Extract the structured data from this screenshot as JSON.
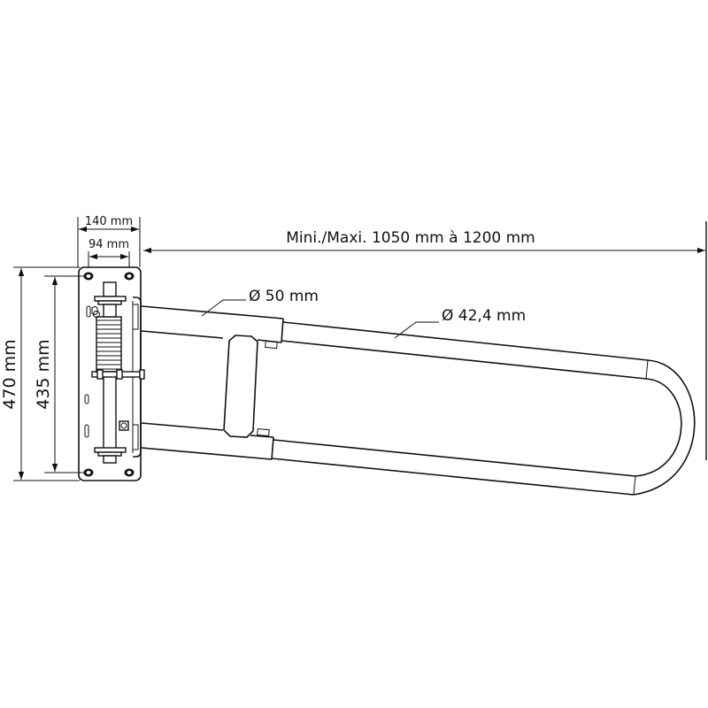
{
  "drawing": {
    "subject": "Fold-up grab bar with wall plate",
    "colors": {
      "ink": "#111111",
      "background": "#ffffff"
    },
    "dimensions": {
      "plate_width": "140 mm",
      "hole_spacing_horizontal": "94 mm",
      "plate_height": "470 mm",
      "hole_spacing_vertical": "435 mm",
      "bar_length": "Mini./Maxi. 1050 mm à 1200 mm",
      "tube_diameter_base": "Ø 50 mm",
      "tube_diameter_bar": "Ø 42,4 mm"
    }
  }
}
